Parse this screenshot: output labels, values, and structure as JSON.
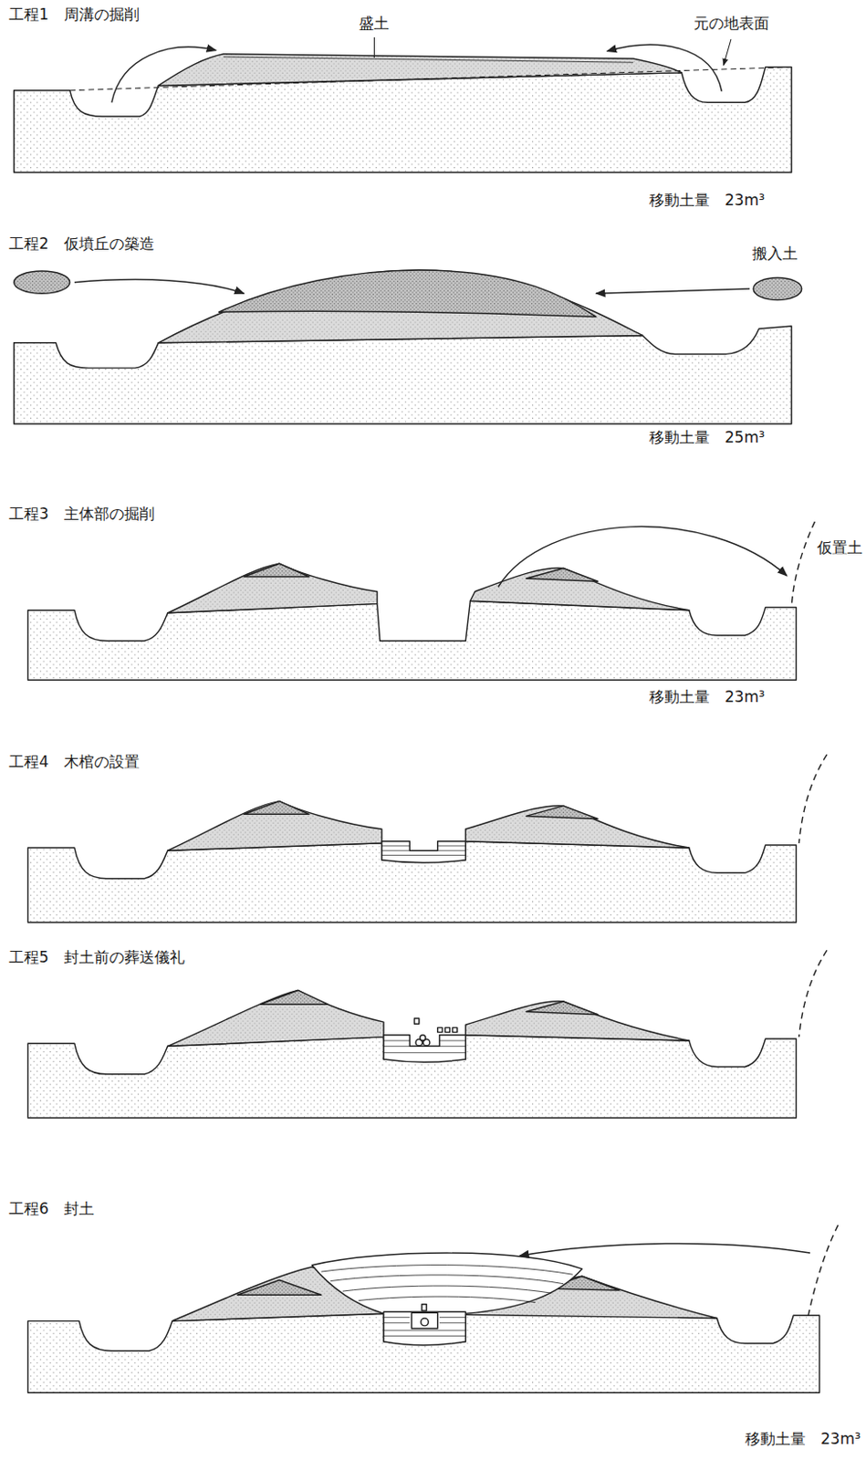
{
  "diagram": {
    "labels": [
      "工程1　周溝の掘削",
      "盛土",
      "元の地表面",
      "移動土量　23m³",
      "工程2　仮墳丘の築造",
      "搬入土",
      "移動土量　25m³",
      "工程3　主体部の掘削",
      "仮置土",
      "移動土量　23m³",
      "工程4　木棺の設置",
      "工程5　封土前の葬送儀礼",
      "工程6　封土",
      "移動土量　23m³"
    ]
  }
}
